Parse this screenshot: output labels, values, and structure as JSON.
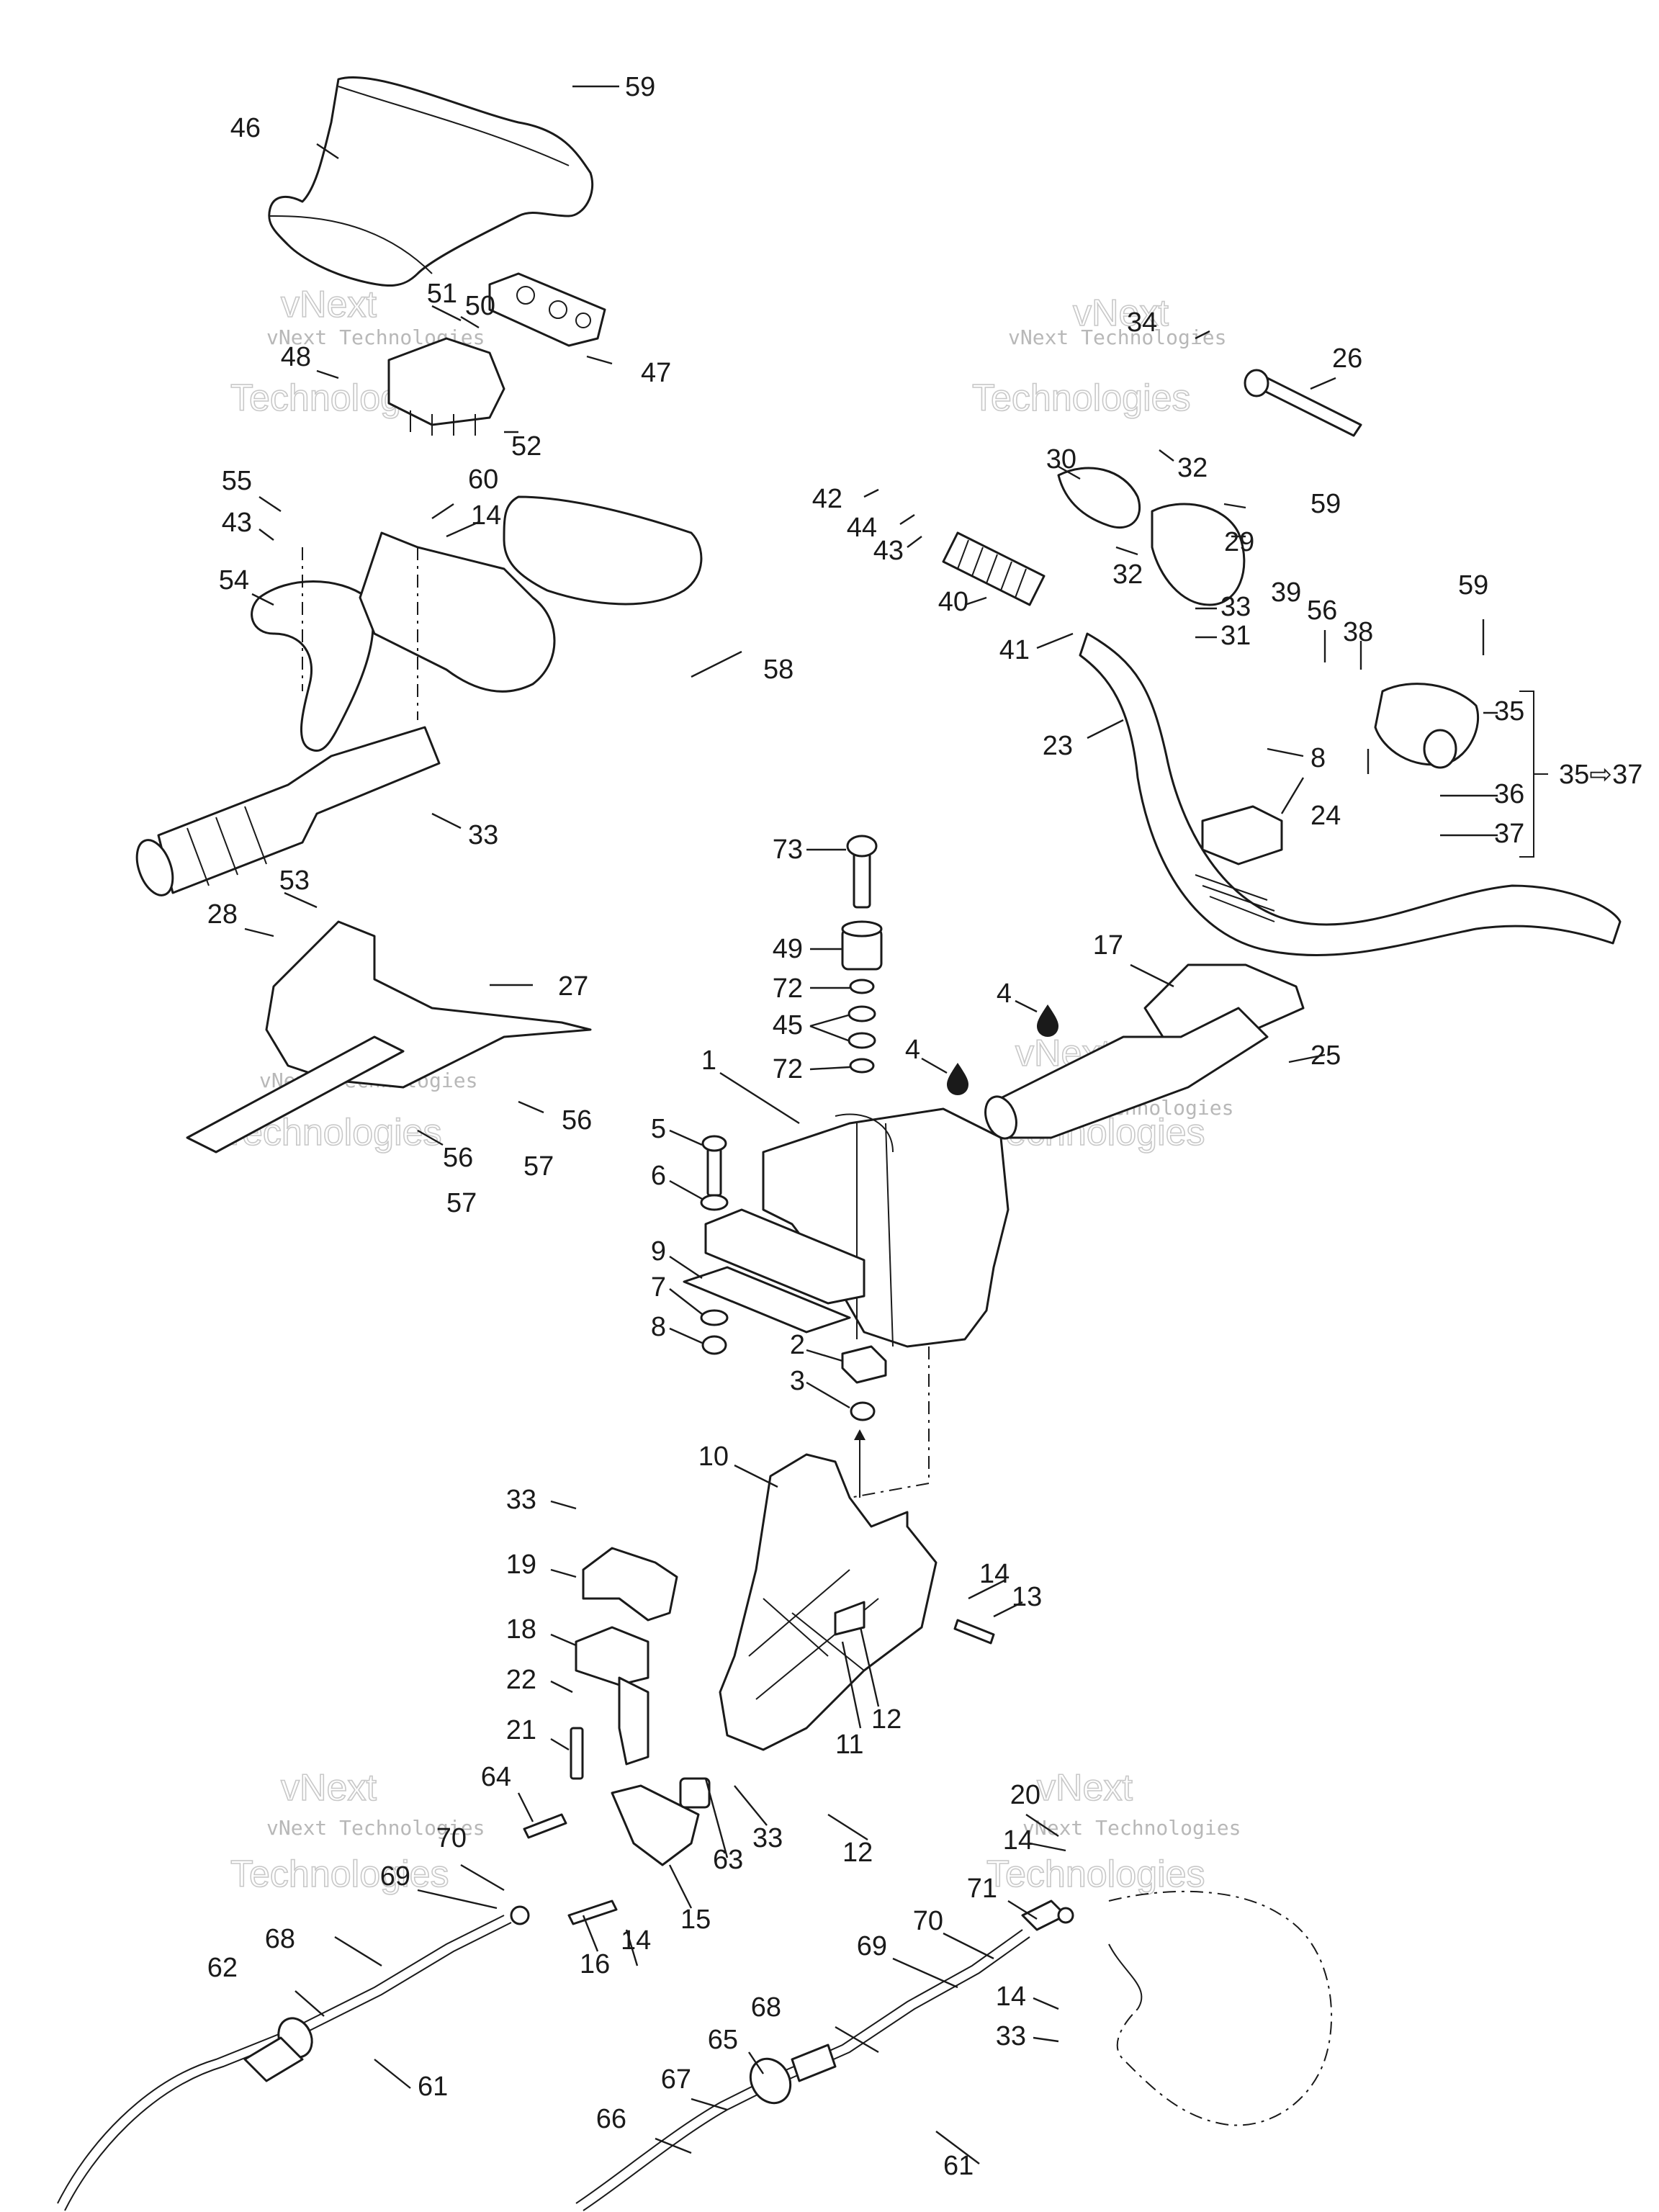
{
  "watermark": {
    "line1": "vNext",
    "line2": "vNext Technologies",
    "line3": "Technologies"
  },
  "callouts": {
    "c1": "1",
    "c2": "2",
    "c3": "3",
    "c4a": "4",
    "c4b": "4",
    "c5": "5",
    "c6": "6",
    "c7": "7",
    "c8a": "8",
    "c8b": "8",
    "c9": "9",
    "c10": "10",
    "c11": "11",
    "c12a": "12",
    "c12b": "12",
    "c13": "13",
    "c14a": "14",
    "c14b": "14",
    "c14c": "14",
    "c14d": "14",
    "c14e": "14",
    "c15": "15",
    "c16": "16",
    "c17": "17",
    "c18": "18",
    "c19": "19",
    "c20": "20",
    "c21": "21",
    "c22": "22",
    "c23": "23",
    "c24": "24",
    "c25": "25",
    "c26": "26",
    "c27": "27",
    "c28": "28",
    "c29": "29",
    "c30": "30",
    "c31": "31",
    "c32a": "32",
    "c32b": "32",
    "c33a": "33",
    "c33b": "33",
    "c33c": "33",
    "c33d": "33",
    "c33e": "33",
    "c34": "34",
    "c35": "35",
    "c35range": "35⇨37",
    "c36": "36",
    "c37": "37",
    "c38": "38",
    "c39": "39",
    "c40": "40",
    "c41": "41",
    "c42": "42",
    "c43a": "43",
    "c43b": "43",
    "c44": "44",
    "c45": "45",
    "c46": "46",
    "c47": "47",
    "c48": "48",
    "c49": "49",
    "c50": "50",
    "c51": "51",
    "c52": "52",
    "c53": "53",
    "c54": "54",
    "c55": "55",
    "c56a": "56",
    "c56b": "56",
    "c56c": "56",
    "c57a": "57",
    "c57b": "57",
    "c58": "58",
    "c59a": "59",
    "c59b": "59",
    "c59c": "59",
    "c60": "60",
    "c61a": "61",
    "c61b": "61",
    "c62": "62",
    "c63": "63",
    "c64": "64",
    "c65": "65",
    "c66": "66",
    "c67": "67",
    "c68a": "68",
    "c68b": "68",
    "c69a": "69",
    "c69b": "69",
    "c70a": "70",
    "c70b": "70",
    "c71": "71",
    "c72a": "72",
    "c72b": "72",
    "c73": "73"
  }
}
